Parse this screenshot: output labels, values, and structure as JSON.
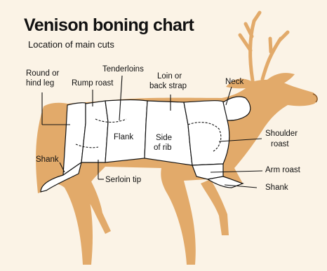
{
  "header": {
    "title": "Venison boning chart",
    "subtitle": "Location of main cuts"
  },
  "colors": {
    "background": "#fbf3e6",
    "deer": "#e2aa6a",
    "cuts": "#ffffff",
    "outline": "#111111"
  },
  "labels": {
    "round": [
      "Round or",
      "hind leg"
    ],
    "rump": "Rump roast",
    "tenderloins": "Tenderloins",
    "loin": [
      "Loin or",
      "back strap"
    ],
    "neck": "Neck",
    "flank": "Flank",
    "side_of_rib": [
      "Side",
      "of rib"
    ],
    "shoulder": [
      "Shoulder",
      "roast"
    ],
    "shank_hind": "Shank",
    "arm_roast": "Arm roast",
    "shank_front": "Shank",
    "serloin_tip": "Serloin tip"
  }
}
